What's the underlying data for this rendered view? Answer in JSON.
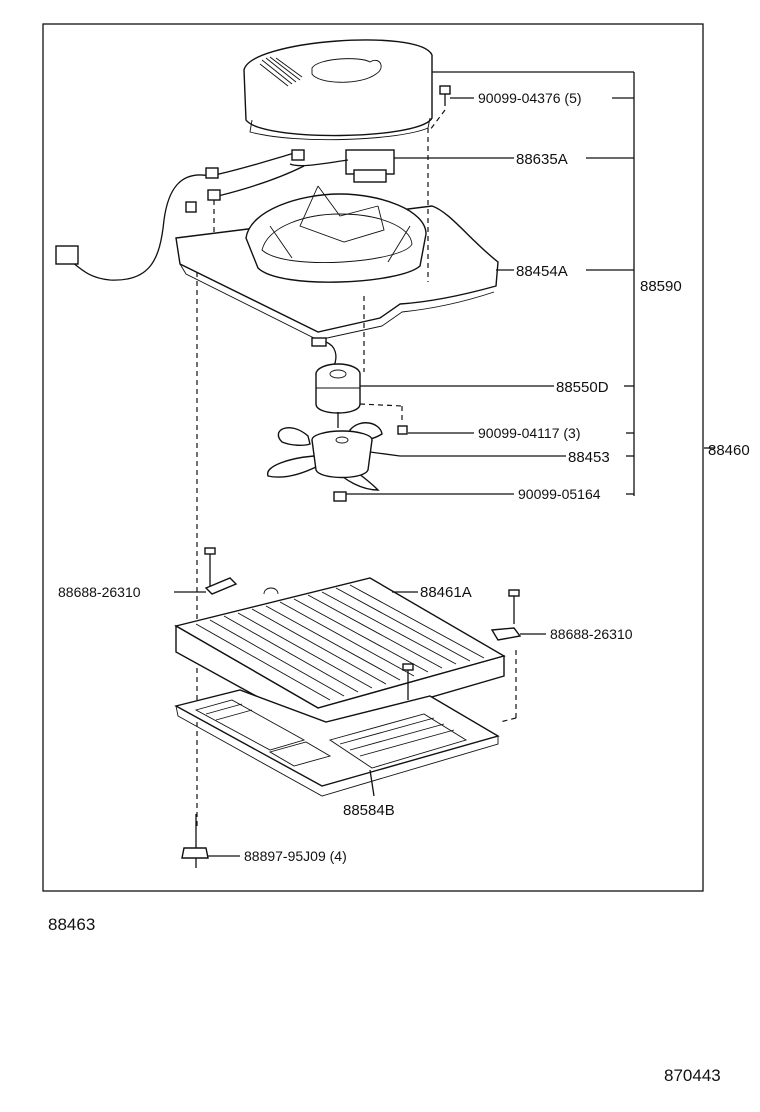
{
  "callouts": {
    "top_cover_bolt": "90099-04376 (5)",
    "resistor": "88635A",
    "fan_housing": "88454A",
    "assembly_group": "88590",
    "motor": "88550D",
    "motor_screw": "90099-04117 (3)",
    "fan": "88453",
    "fan_nut": "90099-05164",
    "unit_total": "88460",
    "bracket_left": "88688-26310",
    "filter": "88461A",
    "bracket_right": "88688-26310",
    "bottom_tray": "88584B",
    "mount_bolt": "88897-95J09 (4)"
  },
  "footer": {
    "left_code": "88463",
    "right_code": "870443"
  }
}
